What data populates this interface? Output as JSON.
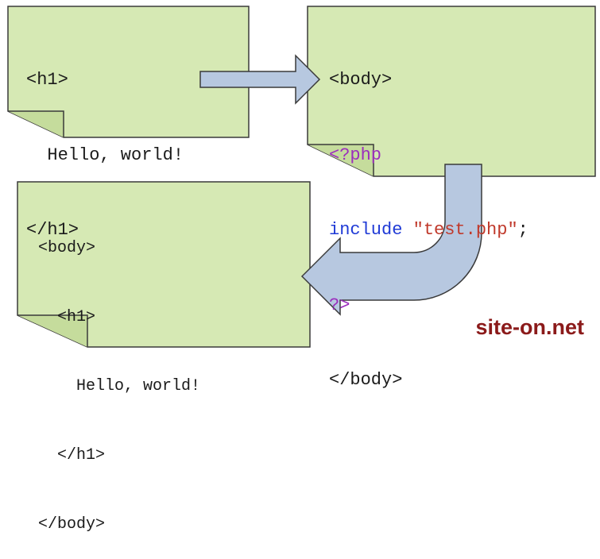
{
  "notes": {
    "source": {
      "lines": [
        "<h1>",
        "Hello, world!",
        "</h1>"
      ]
    },
    "main": {
      "line1": "<body>",
      "php_open": "<?php",
      "include_kw": "include",
      "include_str": "\"test.php\"",
      "include_end": ";",
      "php_close": "?>",
      "line5": "</body>"
    },
    "result": {
      "lines": [
        "<body>",
        "<h1>",
        "Hello, world!",
        "</h1>",
        "</body>"
      ]
    }
  },
  "brand": "site-on.net",
  "colors": {
    "note_fill": "#d6e9b4",
    "arrow_fill": "#b7c8e0",
    "php": "#9b2dbd",
    "keyword": "#1f3ad6",
    "string": "#c0392b",
    "brand": "#8b1a1a"
  }
}
